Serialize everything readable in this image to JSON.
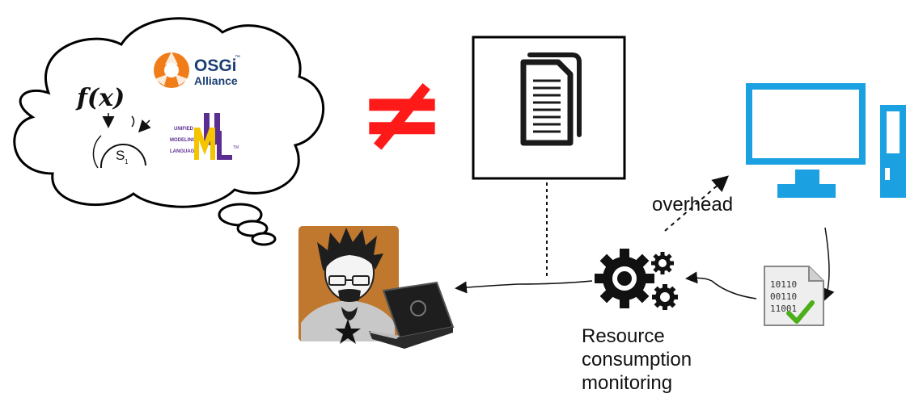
{
  "labels": {
    "overhead": "overhead",
    "monitoring_line1": "Resource",
    "monitoring_line2": "consumption",
    "monitoring_line3": "monitoring"
  },
  "thought_cloud": {
    "osgi_name": "OSGi",
    "osgi_tm": "™",
    "osgi_sub": "Alliance",
    "function": "f(x)",
    "state": "S",
    "state_index": "1",
    "uml_line1": "UNIFIED",
    "uml_line2": "MODELING",
    "uml_line3": "LANGUAGE",
    "uml_tm": "TM"
  },
  "symbols": {
    "not_equal": "≠"
  },
  "trace_file": {
    "row1": "10110",
    "row2": "00110",
    "row3": "11001"
  },
  "colors": {
    "not_equal_red": "#ff1a1a",
    "screen_blue": "#1ba1e2",
    "osgi_orange": "#f07d1a",
    "uml_purple": "#5c2d91",
    "uml_yellow": "#f5c400",
    "check_green": "#4caf1a",
    "avatar_bg": "#c0782e"
  },
  "icons": [
    "thought-cloud-icon",
    "document-icon",
    "desktop-computer-icon",
    "gears-icon",
    "binary-file-icon",
    "developer-avatar-icon",
    "laptop-icon"
  ]
}
